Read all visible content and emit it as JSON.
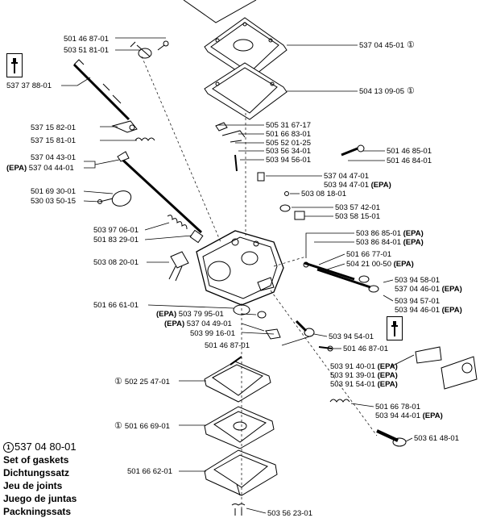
{
  "circle_mark": "1",
  "labels": [
    {
      "id": "l_501468701_top",
      "text": "501 46 87-01"
    },
    {
      "id": "l_503518101",
      "text": "503 51 81-01"
    },
    {
      "id": "l_537378801",
      "text": "537 37 88-01"
    },
    {
      "id": "l_537044501",
      "text": "537 04 45-01",
      "circle": true
    },
    {
      "id": "l_504130905",
      "text": "504 13 09-05",
      "circle": true
    },
    {
      "id": "l_505316717",
      "text": "505 31 67-17"
    },
    {
      "id": "l_501668301",
      "text": "501 66 83-01"
    },
    {
      "id": "l_505520125",
      "text": "505 52 01-25"
    },
    {
      "id": "l_503563401",
      "text": "503 56 34-01"
    },
    {
      "id": "l_503945601",
      "text": "503 94 56-01"
    },
    {
      "id": "l_537158201",
      "text": "537 15 82-01"
    },
    {
      "id": "l_537158101",
      "text": "537 15 81-01"
    },
    {
      "id": "l_501468501",
      "text": "501 46 85-01"
    },
    {
      "id": "l_501468401",
      "text": "501 46 84-01"
    },
    {
      "id": "l_537044301",
      "text": "537 04 43-01"
    },
    {
      "id": "l_537044401",
      "text": "537 04 44-01",
      "prefix": "(EPA)"
    },
    {
      "id": "l_537044701",
      "text": "537 04 47-01"
    },
    {
      "id": "l_503944701",
      "text": "503 94 47-01",
      "suffix": "(EPA)"
    },
    {
      "id": "l_501693001",
      "text": "501 69 30-01"
    },
    {
      "id": "l_530035015",
      "text": "530 03 50-15"
    },
    {
      "id": "l_503081801",
      "text": "503 08 18-01"
    },
    {
      "id": "l_503574201",
      "text": "503 57 42-01"
    },
    {
      "id": "l_503581501",
      "text": "503 58 15-01"
    },
    {
      "id": "l_503970601",
      "text": "503 97 06-01"
    },
    {
      "id": "l_501832901",
      "text": "501 83 29-01"
    },
    {
      "id": "l_503868501",
      "text": "503 86 85-01",
      "suffix": "(EPA)"
    },
    {
      "id": "l_503868401",
      "text": "503 86 84-01",
      "suffix": "(EPA)"
    },
    {
      "id": "l_503082001",
      "text": "503 08 20-01"
    },
    {
      "id": "l_501667701",
      "text": "501 66 77-01"
    },
    {
      "id": "l_504210050",
      "text": "504 21 00-50",
      "suffix": "(EPA)"
    },
    {
      "id": "l_503945801",
      "text": "503 94 58-01"
    },
    {
      "id": "l_537044601",
      "text": "537 04 46-01",
      "suffix": "(EPA)"
    },
    {
      "id": "l_501666101",
      "text": "501 66 61-01"
    },
    {
      "id": "l_503945701",
      "text": "503 94 57-01"
    },
    {
      "id": "l_503944601",
      "text": "503 94 46-01",
      "suffix": "(EPA)"
    },
    {
      "id": "l_503799501",
      "text": "503 79 95-01",
      "prefix": "(EPA)"
    },
    {
      "id": "l_537044901",
      "text": "537 04 49-01",
      "prefix": "(EPA)"
    },
    {
      "id": "l_503991601",
      "text": "503 99 16-01"
    },
    {
      "id": "l_503945401",
      "text": "503 94 54-01"
    },
    {
      "id": "l_501468701_mid",
      "text": "501 46 87-01"
    },
    {
      "id": "l_501468701_right",
      "text": "501 46 87-01"
    },
    {
      "id": "l_503914001",
      "text": "503 91 40-01",
      "suffix": "(EPA)"
    },
    {
      "id": "l_503913901",
      "text": "503 91 39-01",
      "suffix": "(EPA)"
    },
    {
      "id": "l_503915401",
      "text": "503 91 54-01",
      "suffix": "(EPA)"
    },
    {
      "id": "l_502254701",
      "text": "502 25 47-01",
      "circle_before": true
    },
    {
      "id": "l_501667801",
      "text": "501 66 78-01"
    },
    {
      "id": "l_503944401",
      "text": "503 94 44-01",
      "suffix": "(EPA)"
    },
    {
      "id": "l_501666901",
      "text": "501 66 69-01",
      "circle_before": true
    },
    {
      "id": "l_503614801",
      "text": "503 61 48-01"
    },
    {
      "id": "l_501666201",
      "text": "501 66 62-01"
    },
    {
      "id": "l_503562301",
      "text": "503 56 23-01"
    }
  ],
  "legend": {
    "part_number": "537 04 80-01",
    "lines": [
      "Set of gaskets",
      "Dichtungssatz",
      "Jeu de joints",
      "Juego de juntas",
      "Packningssats"
    ]
  }
}
